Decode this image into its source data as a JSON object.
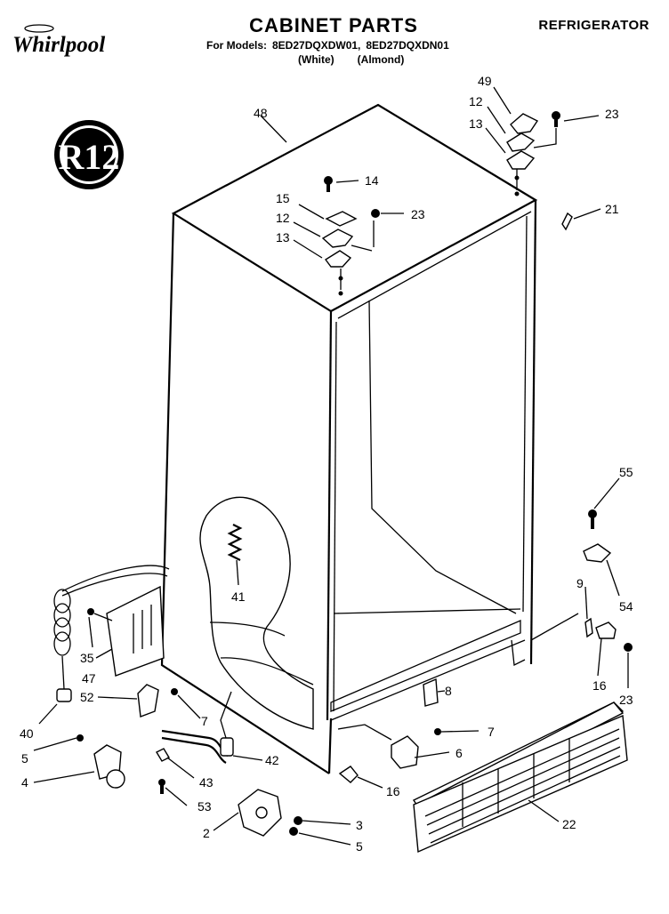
{
  "header": {
    "brand": "Whirlpool",
    "title": "CABINET PARTS",
    "appliance": "REFRIGERATOR",
    "models_prefix": "For Models:",
    "model_1": "8ED27DQXDW01,",
    "model_2": "8ED27DQXDN01",
    "color_1": "(White)",
    "color_2": "(Almond)"
  },
  "badge": {
    "text": "R12"
  },
  "callouts": [
    "48",
    "49",
    "12",
    "13",
    "23",
    "14",
    "15",
    "12",
    "23",
    "13",
    "21",
    "55",
    "9",
    "54",
    "41",
    "35",
    "47",
    "52",
    "40",
    "7",
    "5",
    "4",
    "43",
    "53",
    "42",
    "2",
    "3",
    "5",
    "8",
    "7",
    "6",
    "16",
    "16",
    "23",
    "22"
  ],
  "icons": {
    "brand_logo": "whirlpool-logo",
    "badge": "r12-refrigerant-badge"
  }
}
